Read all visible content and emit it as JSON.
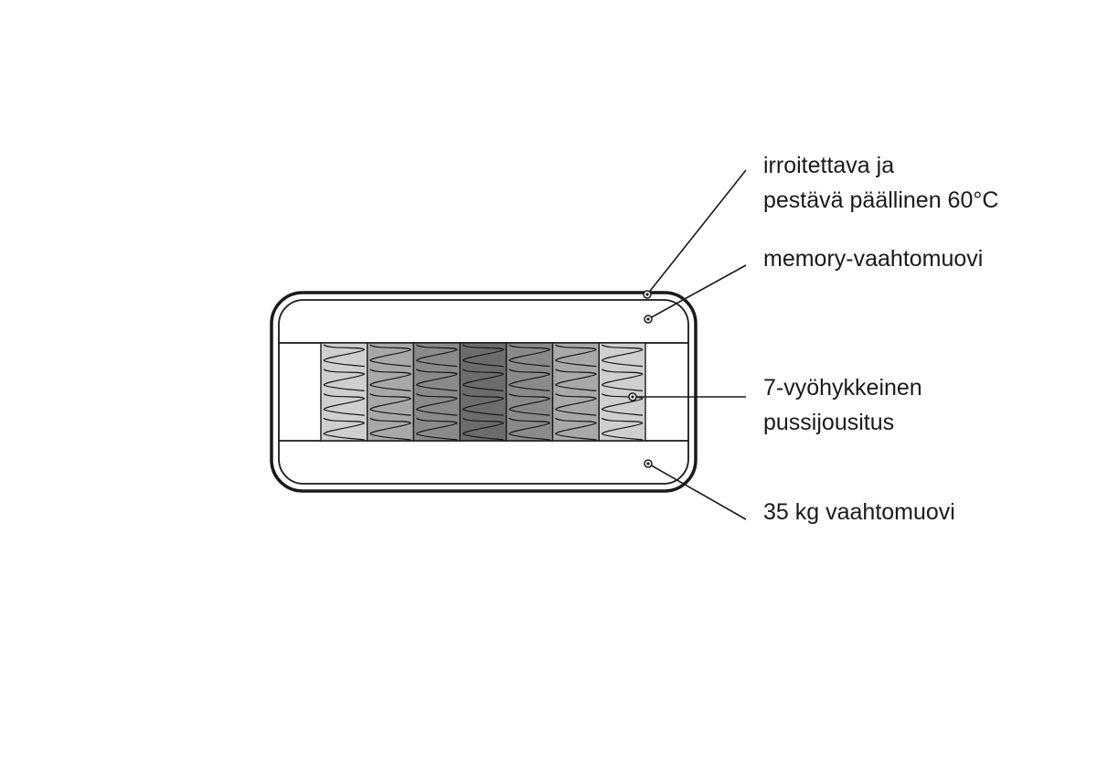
{
  "labels": {
    "cover": [
      "irroitettava ja",
      "pestävä päällinen 60°C"
    ],
    "memory_foam": [
      "memory-vaahtomuovi"
    ],
    "pocket_springs": [
      "7-vyöhykkeinen",
      "pussijousitus"
    ],
    "base_foam": [
      "35 kg vaahtomuovi"
    ]
  },
  "springs": {
    "zone_count": 7,
    "zone_colors": [
      "#cfcfcf",
      "#a8a8a8",
      "#8a8a8a",
      "#6c6c6c",
      "#8a8a8a",
      "#a8a8a8",
      "#cfcfcf"
    ]
  },
  "colors": {
    "stroke": "#1a1a1a",
    "background": "#ffffff"
  }
}
